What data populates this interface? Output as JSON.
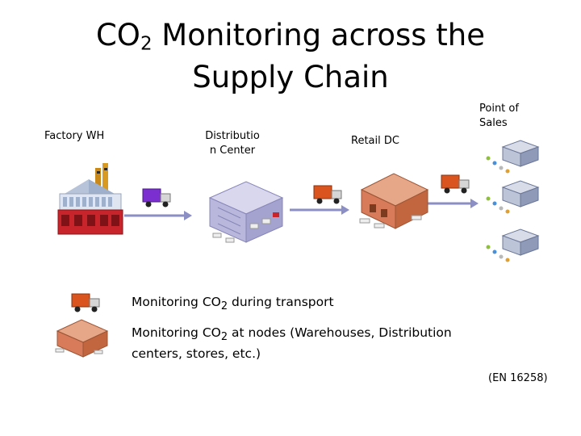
{
  "title": {
    "line1_pre": "CO",
    "line1_sub": "2",
    "line1_post": " Monitoring across the",
    "line2": "Supply Chain"
  },
  "nodes": {
    "factory": "Factory WH",
    "distribution_line1": "Distributio",
    "distribution_line2": "n Center",
    "retail": "Retail DC",
    "pos_line1": "Point of",
    "pos_line2": "Sales"
  },
  "legend": {
    "transport_pre": "Monitoring CO",
    "transport_sub": "2",
    "transport_post": " during transport",
    "nodes_pre": "Monitoring CO",
    "nodes_sub": "2",
    "nodes_post": " at nodes (Warehouses, Distribution",
    "nodes_line2": "centers, stores, etc.)"
  },
  "reference": "(EN 16258)",
  "colors": {
    "arrow": "#8b8fc4",
    "truck_purple": "#7b2fd1",
    "truck_orange": "#d9541e",
    "factory_red": "#c8242b",
    "warehouse_orange": "#d77b5a",
    "dc_lavender": "#b9b8dc"
  },
  "icons": [
    "factory-icon",
    "truck-icon",
    "warehouse-icon",
    "distribution-center-icon",
    "store-icon",
    "arrow-icon"
  ]
}
